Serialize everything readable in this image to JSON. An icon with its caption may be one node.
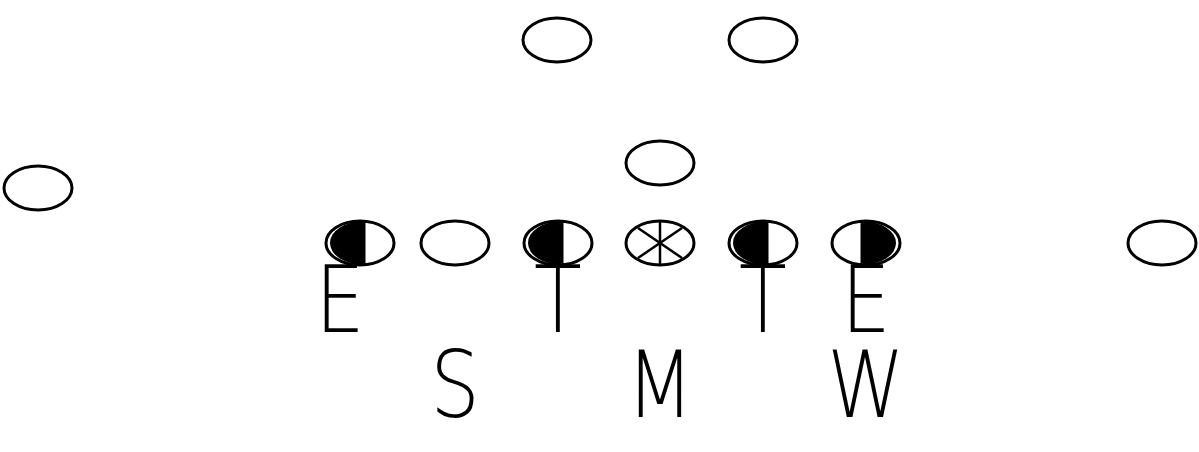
{
  "diagram": {
    "labels": [
      "E",
      "T",
      "T",
      "E",
      "S",
      "M",
      "W"
    ]
  }
}
